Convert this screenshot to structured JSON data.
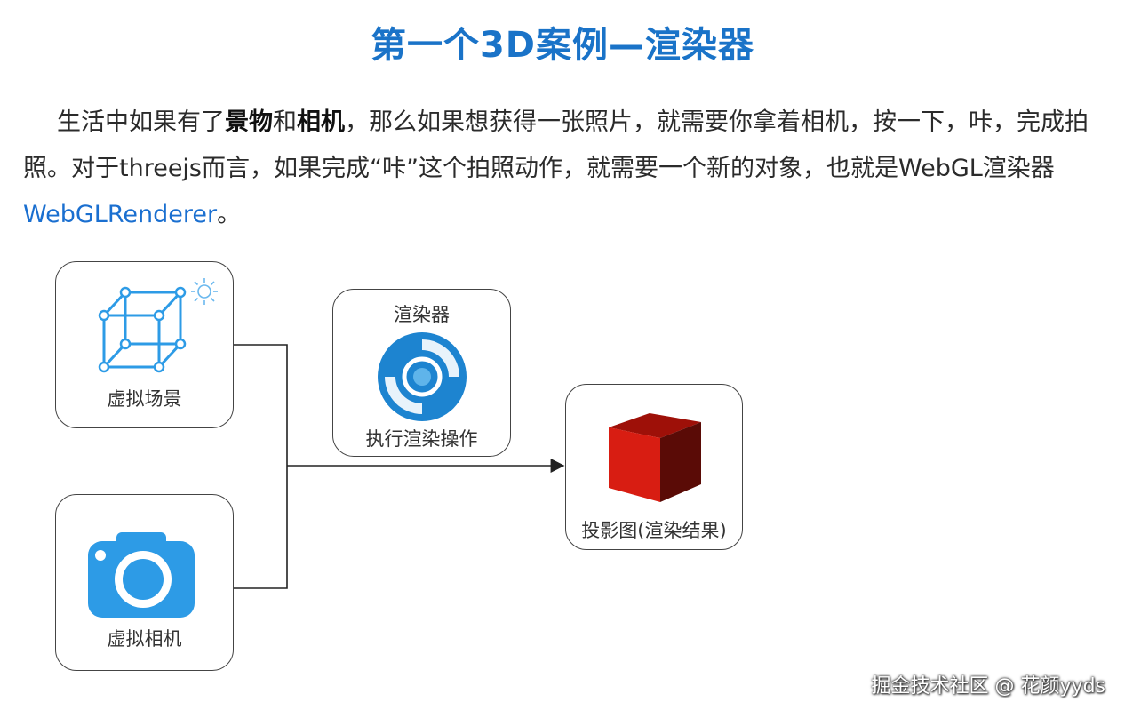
{
  "title": "第一个3D案例—渲染器",
  "paragraph": {
    "p1": "生活中如果有了",
    "b1": "景物",
    "p2": "和",
    "b2": "相机",
    "p3": "，那么如果想获得一张照片，就需要你拿着相机，按一下，咔，完成拍照。对于threejs而言，如果完成“咔”这个拍照动作，就需要一个新的对象，也就是WebGL渲染器",
    "link": "WebGLRenderer",
    "p4": "。"
  },
  "diagram": {
    "scene_label": "虚拟场景",
    "camera_label": "虚拟相机",
    "renderer_title": "渲染器",
    "renderer_label": "执行渲染操作",
    "result_label": "投影图(渲染结果)"
  },
  "watermark": "掘金技术社区 @ 花颜yyds",
  "colors": {
    "title": "#1a73c8",
    "link": "#1a6fd0",
    "icon_blue": "#2d9be6",
    "cube_red": "#cc1a10"
  }
}
